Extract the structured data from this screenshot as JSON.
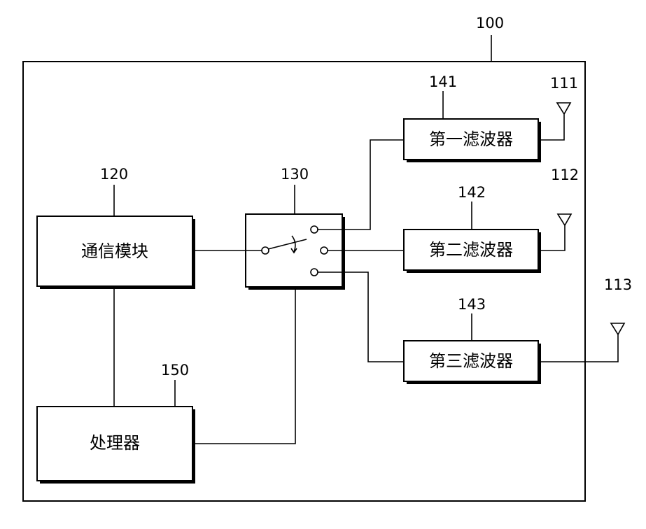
{
  "diagram": {
    "device": {
      "ref": "100"
    },
    "comm_module": {
      "ref": "120",
      "label": "通信模块"
    },
    "switch": {
      "ref": "130"
    },
    "processor": {
      "ref": "150",
      "label": "处理器"
    },
    "filters": [
      {
        "ref": "141",
        "label": "第一滤波器"
      },
      {
        "ref": "142",
        "label": "第二滤波器"
      },
      {
        "ref": "143",
        "label": "第三滤波器"
      }
    ],
    "antennas": [
      {
        "ref": "111"
      },
      {
        "ref": "112"
      },
      {
        "ref": "113"
      }
    ]
  }
}
